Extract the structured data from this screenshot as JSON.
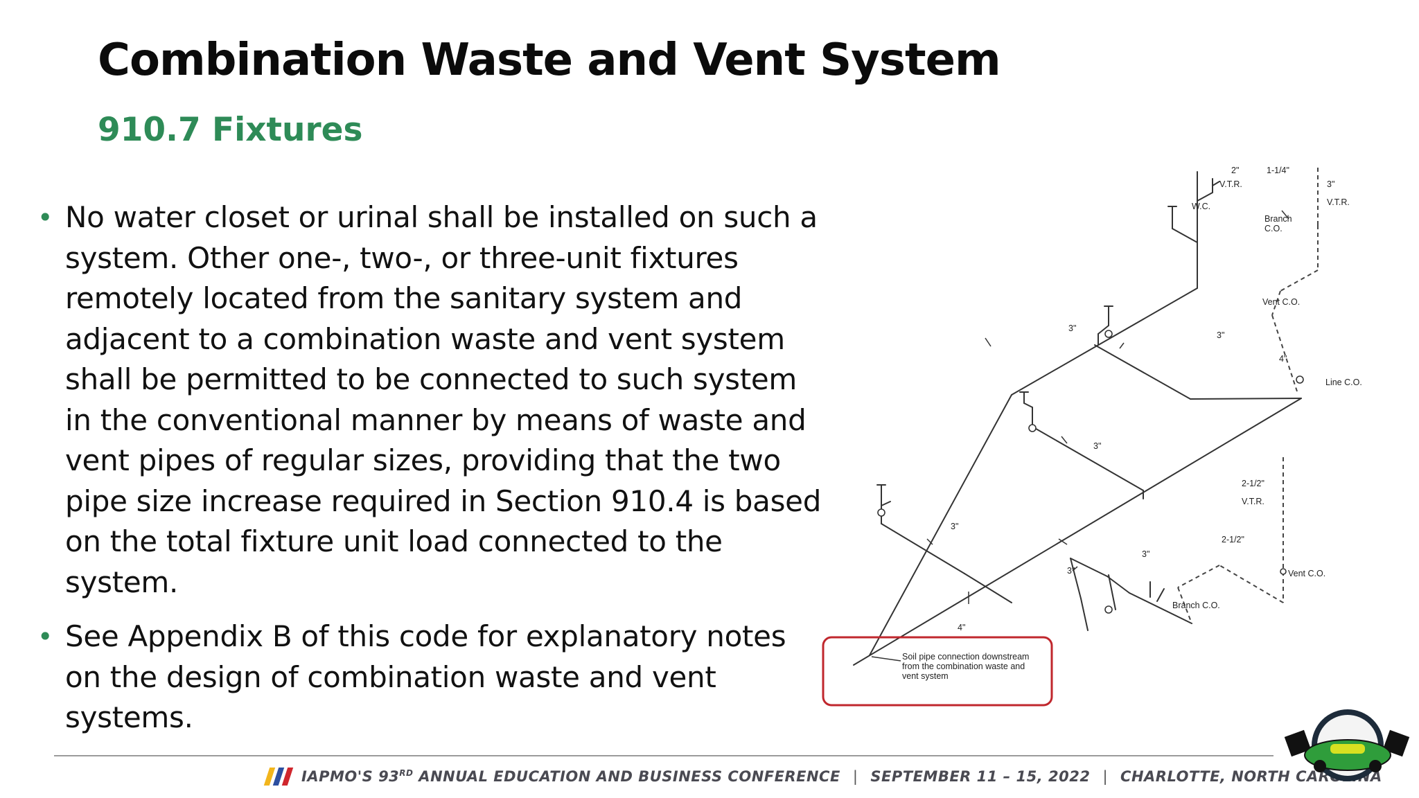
{
  "title": "Combination Waste and Vent System",
  "subtitle": "910.7 Fixtures",
  "bullets": [
    "No water closet or urinal shall be installed on such a system. Other one-, two-, or three-unit fixtures remotely located from the sanitary system and adjacent to a combination waste and vent system shall be permitted to be connected to such system in the conventional manner by means of waste and vent pipes of regular sizes, providing that the two pipe size increase required in Section 910.4 is based on the total fixture unit load connected to the system.",
    "See Appendix B of this code for explanatory notes on the design of combination waste and vent systems."
  ],
  "diagram": {
    "labels": {
      "two_in": "2\"",
      "one_quarter": "1-1/4\"",
      "vtr_top": "V.T.R.",
      "three_vtr": "3\"",
      "vtr_right": "V.T.R.",
      "wc": "W.C.",
      "branch_co_top": "Branch",
      "branch_co_top2": "C.O.",
      "vent_co_upper": "Vent C.O.",
      "three_a": "3\"",
      "three_b": "3\"",
      "four_a": "4\"",
      "line_co": "Line C.O.",
      "three_c": "3\"",
      "two_half_a": "2-1/2\"",
      "vtr_mid": "V.T.R.",
      "three_d": "3\"",
      "two_half_b": "2-1/2\"",
      "three_e": "3\"",
      "three_f": "3\"",
      "vent_co_lower": "Vent C.O.",
      "branch_co_bottom": "Branch C.O.",
      "four_b": "4\""
    },
    "callout_lines": [
      "Soil pipe connection downstream",
      "from the combination waste and",
      "vent system"
    ],
    "callout_border_color": "#c0272d"
  },
  "footer": {
    "event_prefix": "IAPMO'S 93",
    "event_sup": "RD",
    "event_suffix": " ANNUAL EDUCATION AND BUSINESS CONFERENCE",
    "separator": "|",
    "dates": "SEPTEMBER 11 – 15, 2022",
    "location": "CHARLOTTE, NORTH CAROLINA",
    "stripe_colors": [
      "#f2b51c",
      "#2d4fa0",
      "#d0262d"
    ]
  }
}
